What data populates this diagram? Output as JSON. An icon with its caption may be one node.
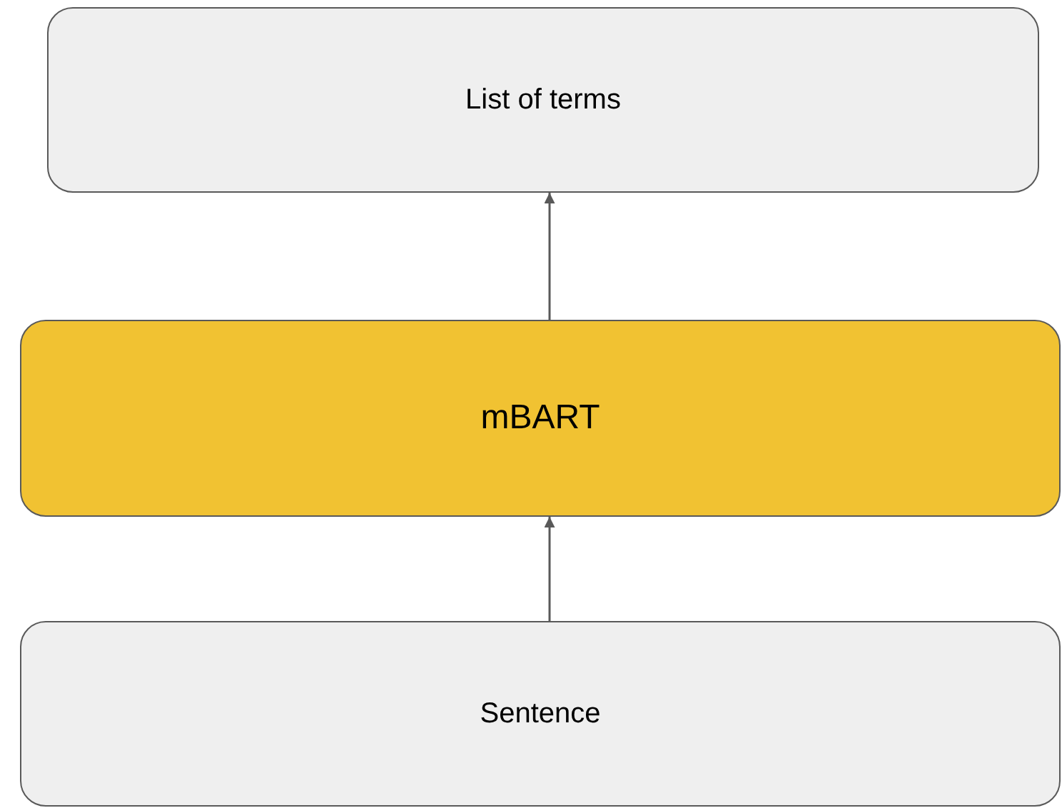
{
  "diagram": {
    "nodes": [
      {
        "text": [
          "List of terms"
        ]
      },
      {
        "text": [
          "mBART"
        ]
      },
      {
        "text": [
          "Sentence"
        ]
      }
    ],
    "edges": [
      {
        "from": 1,
        "to": 0,
        "arrow": "to"
      },
      {
        "from": 2,
        "to": 1,
        "arrow": "to"
      }
    ]
  }
}
